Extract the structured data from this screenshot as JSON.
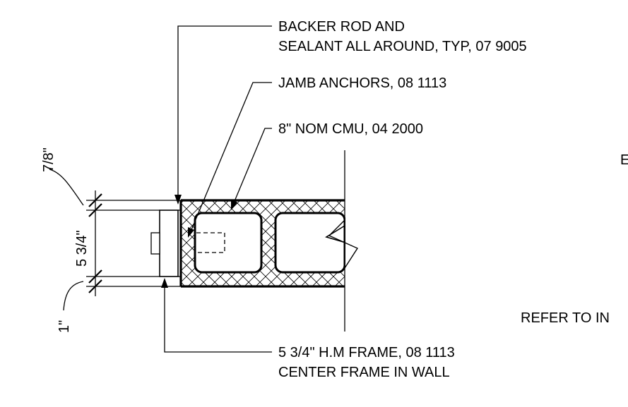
{
  "callouts": {
    "backer_rod_line1": "BACKER ROD AND",
    "backer_rod_line2": "SEALANT ALL AROUND, TYP, 07 9005",
    "jamb_anchors": "JAMB ANCHORS, 08 1113",
    "cmu": "8\" NOM CMU, 04 2000",
    "frame_line1": "5 3/4\" H.M FRAME, 08 1113",
    "frame_line2": "CENTER FRAME IN WALL"
  },
  "dimensions": {
    "top_offset": "7/8\"",
    "frame_depth": "5 3/4\"",
    "bottom_offset": "1\""
  },
  "clipped_text": {
    "right_letter": "E",
    "refer_note": "REFER TO IN"
  }
}
